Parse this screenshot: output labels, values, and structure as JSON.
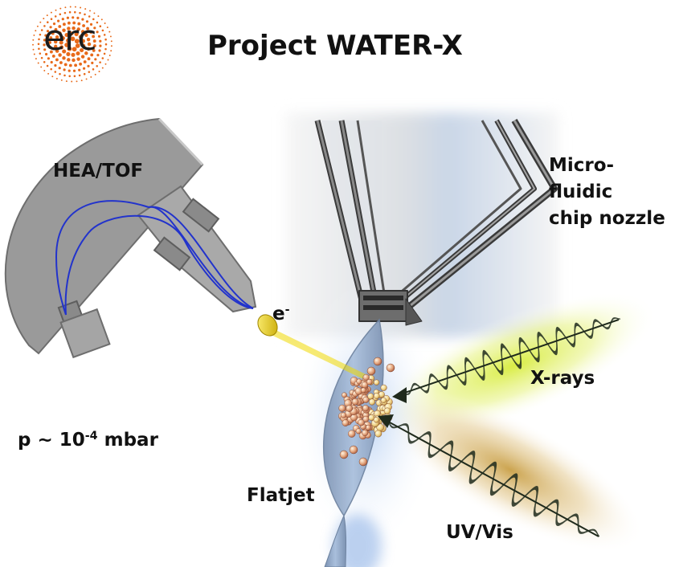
{
  "logo": {
    "text": "erc",
    "color": "#e86a1a"
  },
  "title": "Project WATER-X",
  "labels": {
    "analyzer": "HEA/TOF",
    "nozzle_line1": "Micro-",
    "nozzle_line2": "fluidic",
    "nozzle_line3": "chip nozzle",
    "electron_base": "e",
    "electron_sup": "-",
    "pressure_pre": "p ~ 10",
    "pressure_exp": "-4",
    "pressure_post": " mbar",
    "xrays": "X-rays",
    "flatjet": "Flatjet",
    "uvvis": "UV/Vis"
  },
  "colors": {
    "analyzer_gray": "#9a9a9a",
    "trajectory_blue": "#2233cc",
    "jet_blue": "#8fa8c8",
    "xray_glow": "#d9ec4a",
    "uv_glow": "#c9a043",
    "wave_dark": "#1f2a1c"
  }
}
